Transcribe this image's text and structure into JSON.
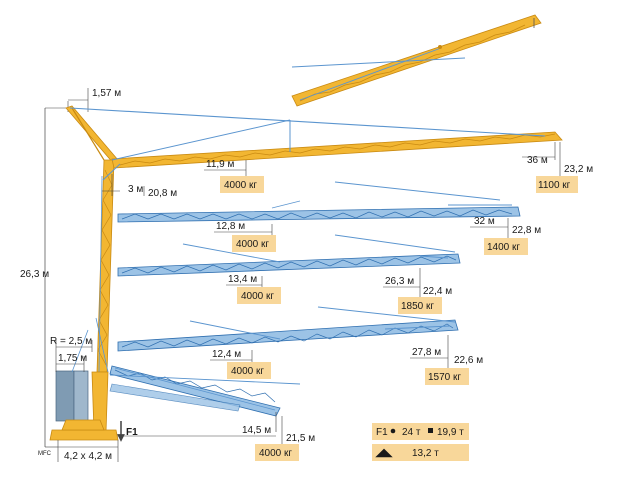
{
  "colors": {
    "yellow": "#f2b632",
    "yellow_dark": "#c98a12",
    "blue": "#4f8ec9",
    "blue_dark": "#2f6fb0",
    "blue_light": "#9cc3e6",
    "tie": "#5b95cf",
    "load_box": "#f8d79a",
    "dim_line": "#444444"
  },
  "mast": {
    "height": "26,3 м",
    "top_offset": "1,57 м",
    "radius": "R = 2,5 м",
    "ballast_width": "1,75 м",
    "base": "4,2 x 4,2 м",
    "ground_mark": "MFC",
    "pressure_label": "F1"
  },
  "main_config": {
    "offset_small": "3 м",
    "offset_large": "20,8 м",
    "tip_reach": "36 м",
    "tip_height": "23,2 м",
    "tip_load": "1100 кг",
    "inner_reach": "11,9 м",
    "inner_load": "4000 кг"
  },
  "configs": [
    {
      "inner_reach": "12,8 м",
      "inner_load": "4000 кг",
      "tip_reach": "32 м",
      "tip_height": "22,8 м",
      "tip_load": "1400 кг"
    },
    {
      "inner_reach": "13,4 м",
      "inner_load": "4000 кг",
      "tip_reach": "26,3 м",
      "tip_height": "22,4 м",
      "tip_load": "1850 кг"
    },
    {
      "inner_reach": "12,4 м",
      "inner_load": "4000 кг",
      "tip_reach": "27,8 м",
      "tip_height": "22,6 м",
      "tip_load": "1570 кг"
    },
    {
      "inner_reach": "14,5 м",
      "inner_load": "4000 кг",
      "tip_height": "21,5 м"
    }
  ],
  "legend": {
    "f1_label": "F1",
    "f1_value_a": "24 т",
    "f1_value_b": "19,9 т",
    "total_value": "13,2 т",
    "dot_icon": "filled-circle-icon",
    "square_icon": "filled-square-icon",
    "crane_icon": "crane-silhouette-icon"
  }
}
